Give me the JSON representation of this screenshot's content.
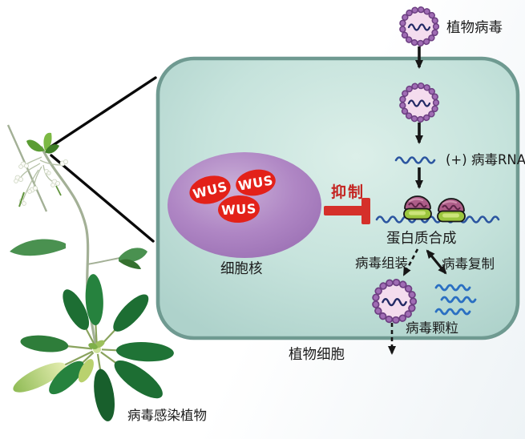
{
  "figure": {
    "type": "biological-pathway-diagram",
    "outside_cell": {
      "virus_label": "植物病毒",
      "infected_plant_label": "病毒感染植物"
    },
    "cell": {
      "cell_label": "植物细胞",
      "nucleus": {
        "label": "细胞核",
        "wus_protein": "WUS",
        "wus_copies": 3
      },
      "inhibition": {
        "label": "抑制"
      },
      "pathway": {
        "viral_rna_label": "(+) 病毒RNA",
        "protein_synthesis_label": "蛋白质合成",
        "virus_assembly_label": "病毒组装",
        "virus_replication_label": "病毒复制",
        "virus_particle_label": "病毒颗粒"
      }
    },
    "colors": {
      "cell_fill": "#c3e0da",
      "cell_border": "#6f9a91",
      "nucleus_purple": "#a77fc0",
      "wus_red": "#e32119",
      "inhibition_red": "#d5302a",
      "inhibition_text_red": "#c42522",
      "capsid_purple": "#9a63ac",
      "virion_fill": "#f4dcee",
      "rna_dark_blue": "#2b55a0",
      "rna_copy_blue": "#2a6fc2",
      "ribosome_large_subunit": "#ad5d88",
      "ribosome_small_subunit": "#9cc63e",
      "arrow_black": "#161616",
      "leaf_dark_green": "#1d6e33"
    }
  }
}
